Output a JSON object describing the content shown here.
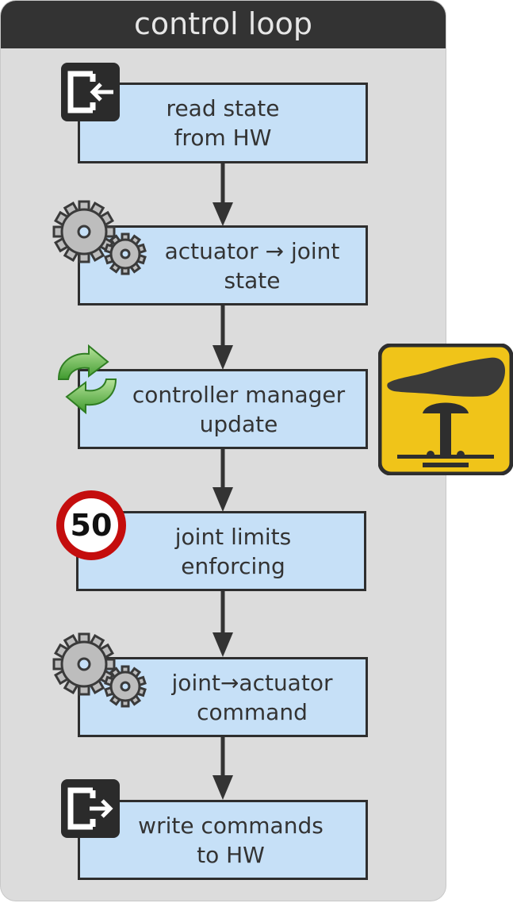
{
  "panel": {
    "title": "control loop"
  },
  "steps": [
    {
      "label": "read state\nfrom HW",
      "icon": "exit-arrow-in-icon"
    },
    {
      "label": "actuator → joint\nstate",
      "icon": "gears-icon"
    },
    {
      "label": "controller manager\nupdate",
      "icon": "refresh-arrows-icon"
    },
    {
      "label": "joint limits\nenforcing",
      "icon": "speed-limit-sign-icon"
    },
    {
      "label": "joint→actuator\ncommand",
      "icon": "gears-icon"
    },
    {
      "label": "write commands\nto HW",
      "icon": "exit-arrow-out-icon"
    }
  ],
  "side_sign": {
    "icon": "emergency-stop-button-icon",
    "color": "#f0c419"
  },
  "speed_limit_value": "50",
  "colors": {
    "box_fill": "#c6e0f7",
    "panel_bg": "#dcdcdc",
    "header_bg": "#333333"
  }
}
